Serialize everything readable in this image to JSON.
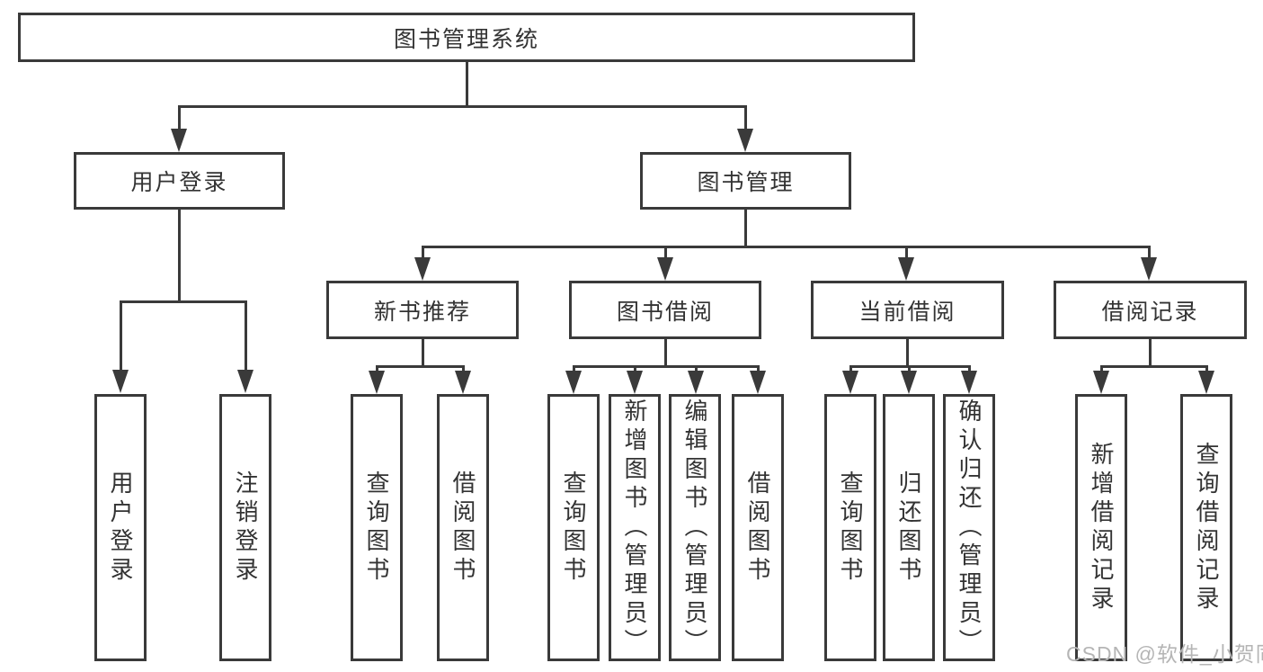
{
  "page": {
    "background": "#ffffff"
  },
  "colors": {
    "line": "#3a3a3a",
    "text": "#333333",
    "watermark": "#b5b5b5"
  },
  "watermark": {
    "text": "CSDN @软件_小贺同学"
  },
  "tree": {
    "root": {
      "label": "图书管理系统"
    },
    "branches": [
      {
        "label": "用户登录",
        "children": [
          {
            "label": "用户登录"
          },
          {
            "label": "注销登录"
          }
        ]
      },
      {
        "label": "图书管理",
        "children": [
          {
            "label": "新书推荐",
            "children": [
              {
                "label": "查询图书"
              },
              {
                "label": "借阅图书"
              }
            ]
          },
          {
            "label": "图书借阅",
            "children": [
              {
                "label": "查询图书"
              },
              {
                "label": "新增图书（管理员）"
              },
              {
                "label": "编辑图书（管理员）"
              },
              {
                "label": "借阅图书"
              }
            ]
          },
          {
            "label": "当前借阅",
            "children": [
              {
                "label": "查询图书"
              },
              {
                "label": "归还图书"
              },
              {
                "label": "确认归还（管理员）"
              }
            ]
          },
          {
            "label": "借阅记录",
            "children": [
              {
                "label": "新增借阅记录"
              },
              {
                "label": "查询借阅记录"
              }
            ]
          }
        ]
      }
    ]
  }
}
